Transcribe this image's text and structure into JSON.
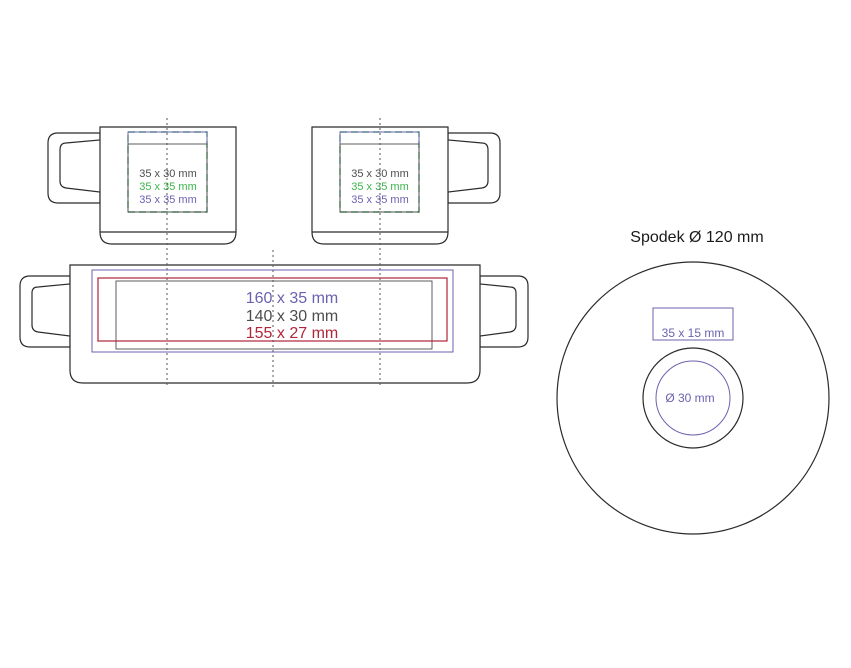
{
  "colors": {
    "outline": "#2b2b2b",
    "gray_area": "#4d4d4d",
    "green_area": "#3bb54a",
    "purple_area": "#6a62b0",
    "red_area": "#b0263a"
  },
  "mug_left": {
    "label_gray": "35 x 30 mm",
    "label_green": "35 x 35 mm",
    "label_purple": "35 x 35 mm"
  },
  "mug_right": {
    "label_gray": "35 x 30 mm",
    "label_green": "35 x 35 mm",
    "label_purple": "35 x 35 mm"
  },
  "wrap": {
    "label_purple": "160 x 35 mm",
    "label_gray": "140 x 30 mm",
    "label_red": "155 x 27 mm"
  },
  "saucer": {
    "title": "Spodek Ø 120 mm",
    "rect_label": "35 x 15 mm",
    "circle_label": "Ø 30 mm"
  }
}
